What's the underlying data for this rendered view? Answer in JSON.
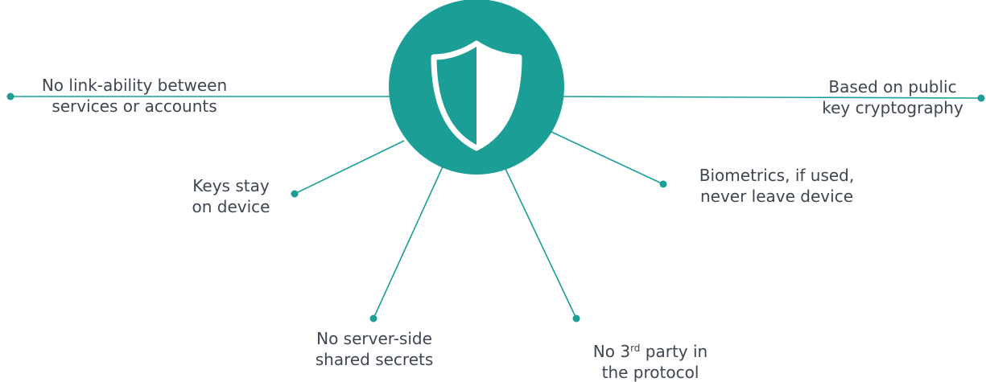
{
  "colors": {
    "accent": "#1a9e96",
    "text": "#3f4650",
    "background": "#ffffff",
    "icon_stroke": "#ffffff"
  },
  "hub": {
    "icon": "shield-icon"
  },
  "labels": {
    "linkability": {
      "line1": "No link-ability between",
      "line2": "services or accounts"
    },
    "public_key": {
      "line1": "Based on public",
      "line2": "key cryptography"
    },
    "keys_on_device": {
      "line1": "Keys stay",
      "line2": "on device"
    },
    "biometrics": {
      "line1": "Biometrics, if used,",
      "line2": "never leave device"
    },
    "no_shared_secrets": {
      "line1": "No server-side",
      "line2": "shared secrets"
    },
    "no_third_party": {
      "line1_pre": "No 3",
      "line1_sup": "rd",
      "line1_post": " party in",
      "line2": "the protocol"
    }
  }
}
